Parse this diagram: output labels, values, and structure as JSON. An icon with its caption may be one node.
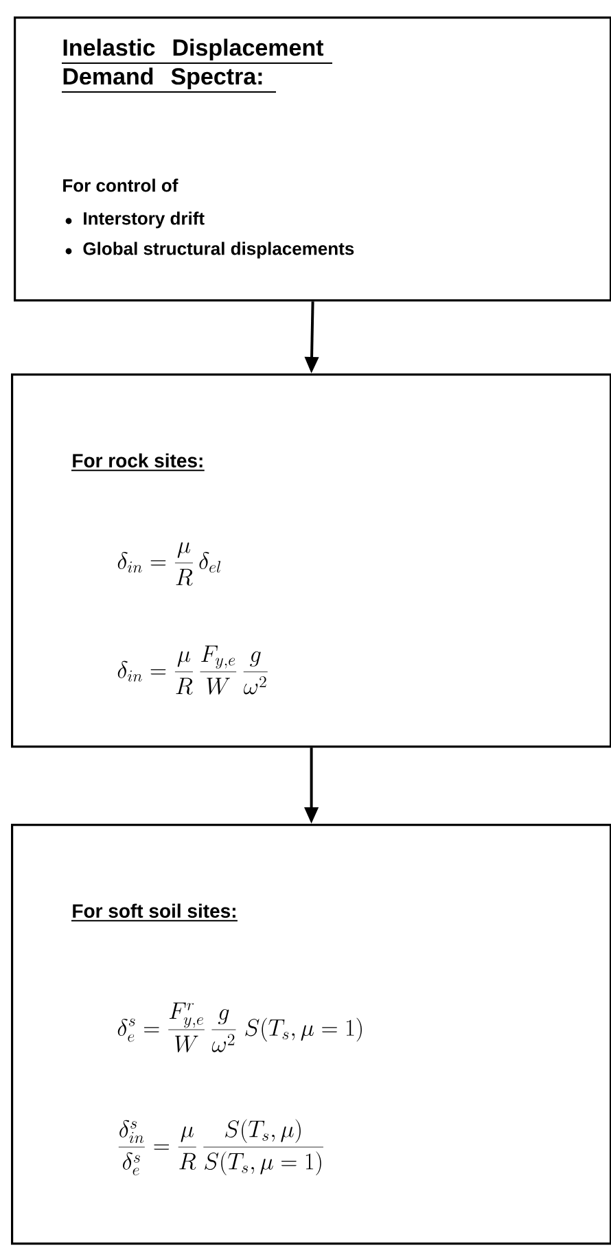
{
  "diagram": {
    "nodes": [
      {
        "text": [
          "Inelastic Displacement Demand Spectra:",
          "For control of",
          "Interstory drift",
          "Global structural displacements"
        ]
      },
      {
        "text": [
          "For rock sites:",
          "\\delta_{in} = \\frac{\\mu}{R}\\,\\delta_{el}",
          "\\delta_{in} = \\frac{\\mu}{R}\\,\\frac{F_{y,e}}{W}\\,\\frac{g}{\\omega^{2}}"
        ]
      },
      {
        "text": [
          "For soft soil sites:",
          "\\delta_{e}^{s} = \\frac{F_{y,e}^{r}}{W}\\,\\frac{g}{\\omega^{2}}\\;S(T_{s},\\mu=1)",
          "\\frac{\\delta_{in}^{s}}{\\delta_{e}^{s}} = \\frac{\\mu}{R}\\,\\frac{S(T_{s},\\mu)}{S(T_{s},\\mu=1)}"
        ]
      }
    ],
    "edges": [
      {
        "from": 0,
        "to": 1,
        "arrow": "to"
      },
      {
        "from": 1,
        "to": 2,
        "arrow": "to"
      }
    ]
  }
}
